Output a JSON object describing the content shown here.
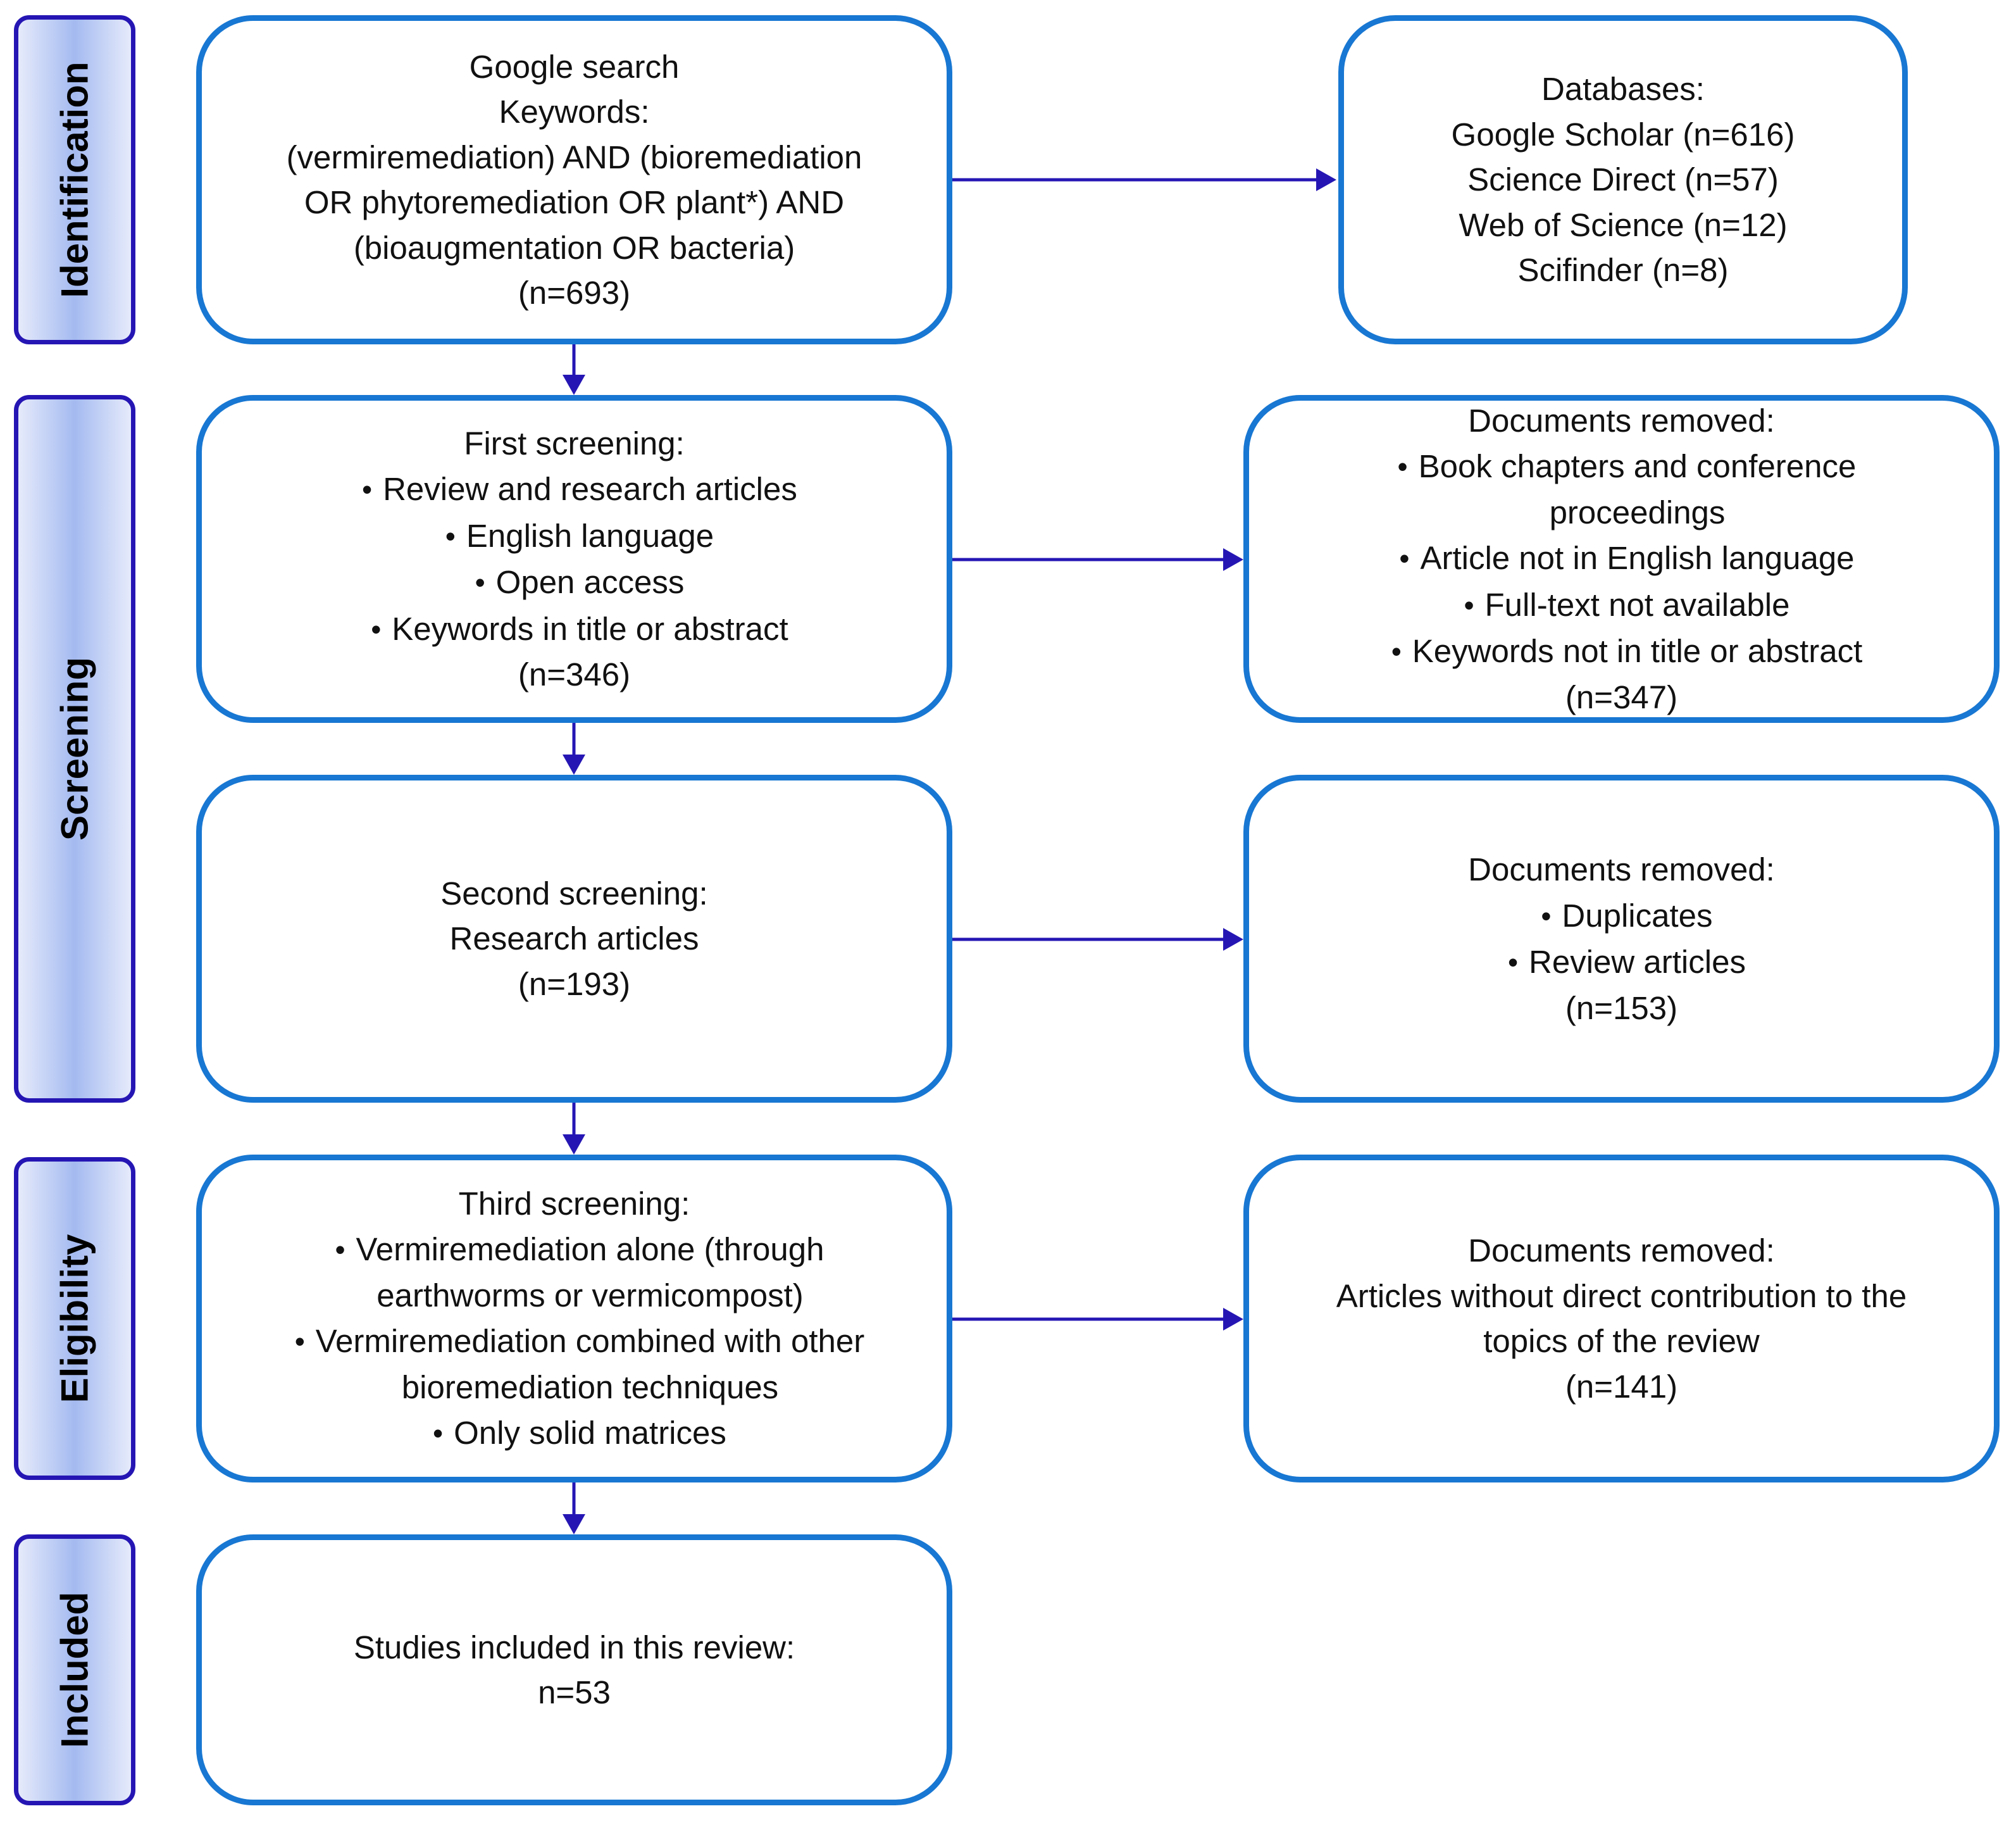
{
  "stages": [
    {
      "id": "identification",
      "label": "Identification"
    },
    {
      "id": "screening",
      "label": "Screening"
    },
    {
      "id": "eligibility",
      "label": "Eligibility"
    },
    {
      "id": "included",
      "label": "Included"
    }
  ],
  "boxes": {
    "google_search": {
      "lines": [
        "Google search",
        "Keywords:",
        "(vermiremediation) AND (bioremediation",
        "OR phytoremediation OR plant*) AND",
        "(bioaugmentation OR bacteria)",
        "(n=693)"
      ]
    },
    "databases": {
      "lines": [
        "Databases:",
        "Google Scholar (n=616)",
        "Science Direct (n=57)",
        "Web of Science (n=12)",
        "Scifinder (n=8)"
      ]
    },
    "first_screening": {
      "title": "First screening:",
      "bullets": [
        "Review and research articles",
        "English language",
        "Open access",
        "Keywords in title or abstract"
      ],
      "count": "(n=346)"
    },
    "removed_1": {
      "title": "Documents removed:",
      "bullets": [
        "Book chapters and conference",
        "Article not in English language",
        "Full-text not available",
        "Keywords not in title or abstract"
      ],
      "continuation": "proceedings",
      "count": "(n=347)"
    },
    "second_screening": {
      "lines": [
        "Second screening:",
        "Research articles",
        "(n=193)"
      ]
    },
    "removed_2": {
      "title": "Documents removed:",
      "bullets": [
        "Duplicates",
        "Review articles"
      ],
      "count": "(n=153)"
    },
    "third_screening": {
      "title": "Third screening:",
      "bullets": [
        "Vermiremediation alone (through",
        "Vermiremediation combined with other",
        "Only solid matrices"
      ],
      "continuations": [
        "earthworms or vermicompost)",
        "bioremediation techniques"
      ]
    },
    "removed_3": {
      "lines": [
        "Documents removed:",
        "Articles without direct contribution to the",
        "topics of the review",
        "(n=141)"
      ]
    },
    "included": {
      "lines": [
        "Studies included in this review:",
        "n=53"
      ]
    }
  },
  "colors": {
    "box_border": "#1877d2",
    "arrow": "#2516b4",
    "stage_border": "#2516b4",
    "stage_fill": "#a4baf0"
  }
}
